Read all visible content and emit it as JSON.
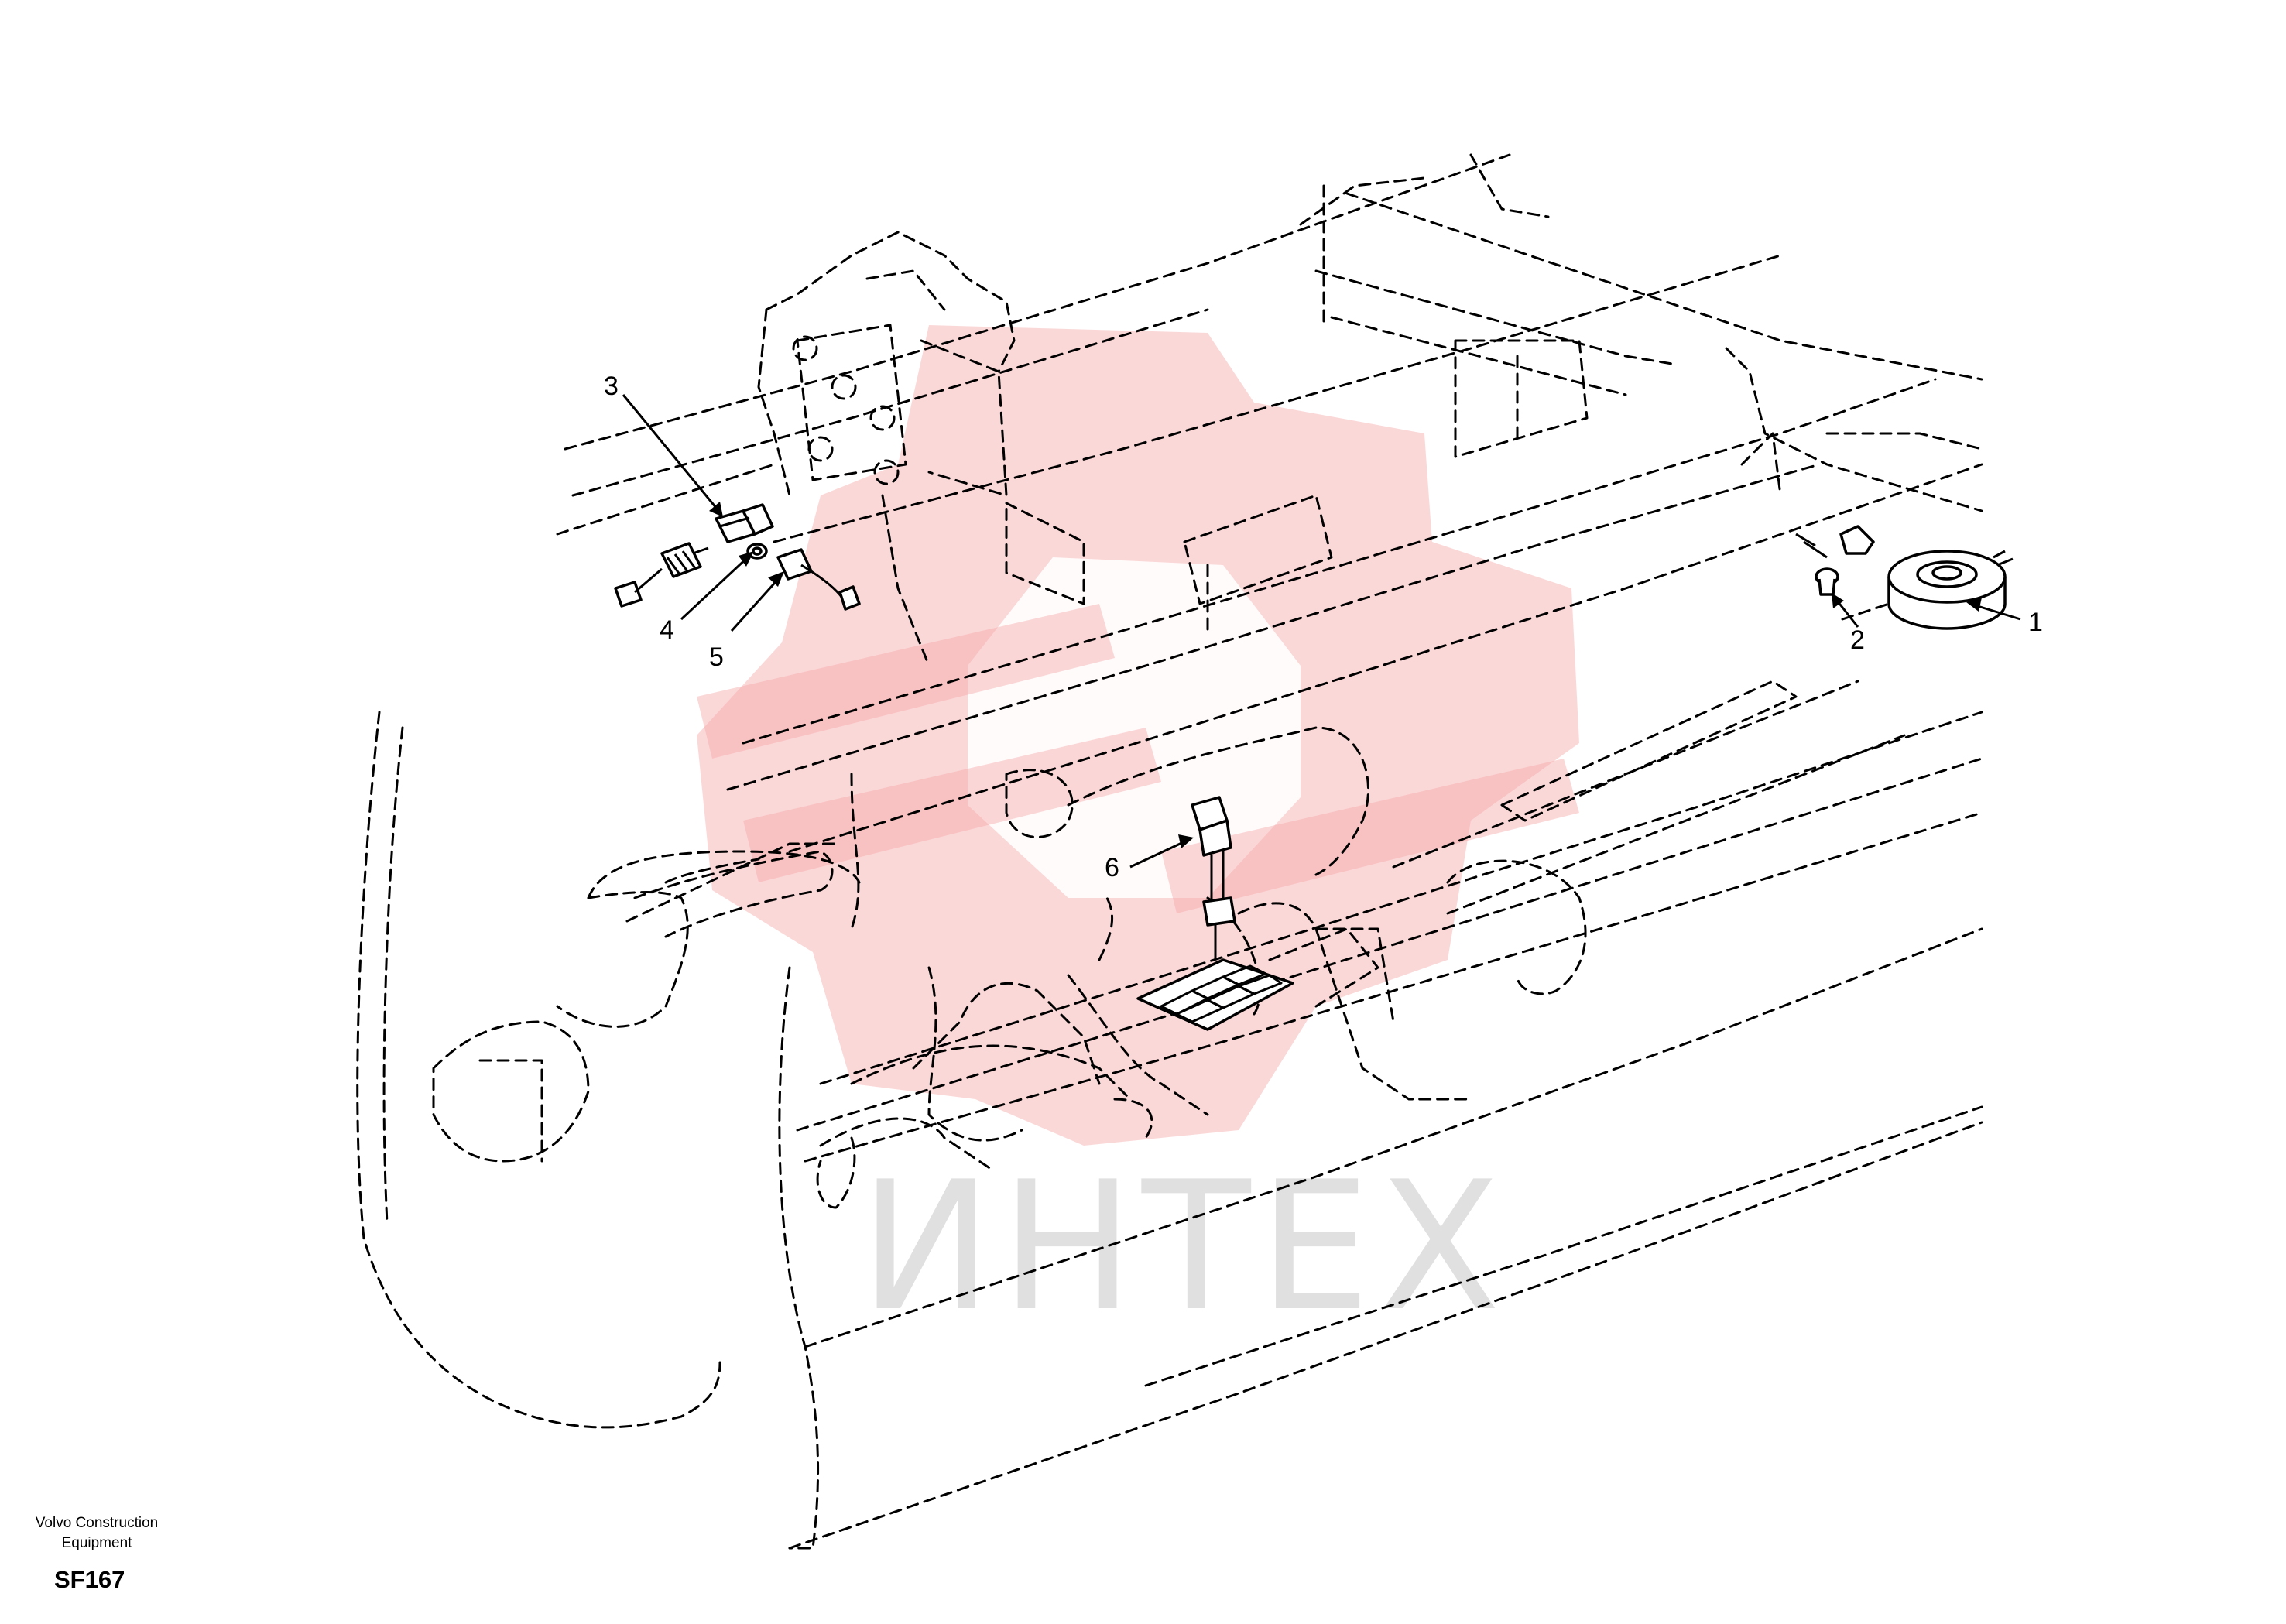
{
  "watermark": {
    "text": "ИНТЕХ",
    "color": "#f6a9a9"
  },
  "callouts": [
    {
      "label": "1",
      "part": "horn"
    },
    {
      "label": "2",
      "part": "screw"
    },
    {
      "label": "3",
      "part": "pressure-switch"
    },
    {
      "label": "4",
      "part": "washer"
    },
    {
      "label": "5",
      "part": "sensor"
    },
    {
      "label": "6",
      "part": "switch"
    }
  ],
  "footer": {
    "brand_line1": "Volvo Construction",
    "brand_line2": "Equipment",
    "code": "SF167"
  }
}
